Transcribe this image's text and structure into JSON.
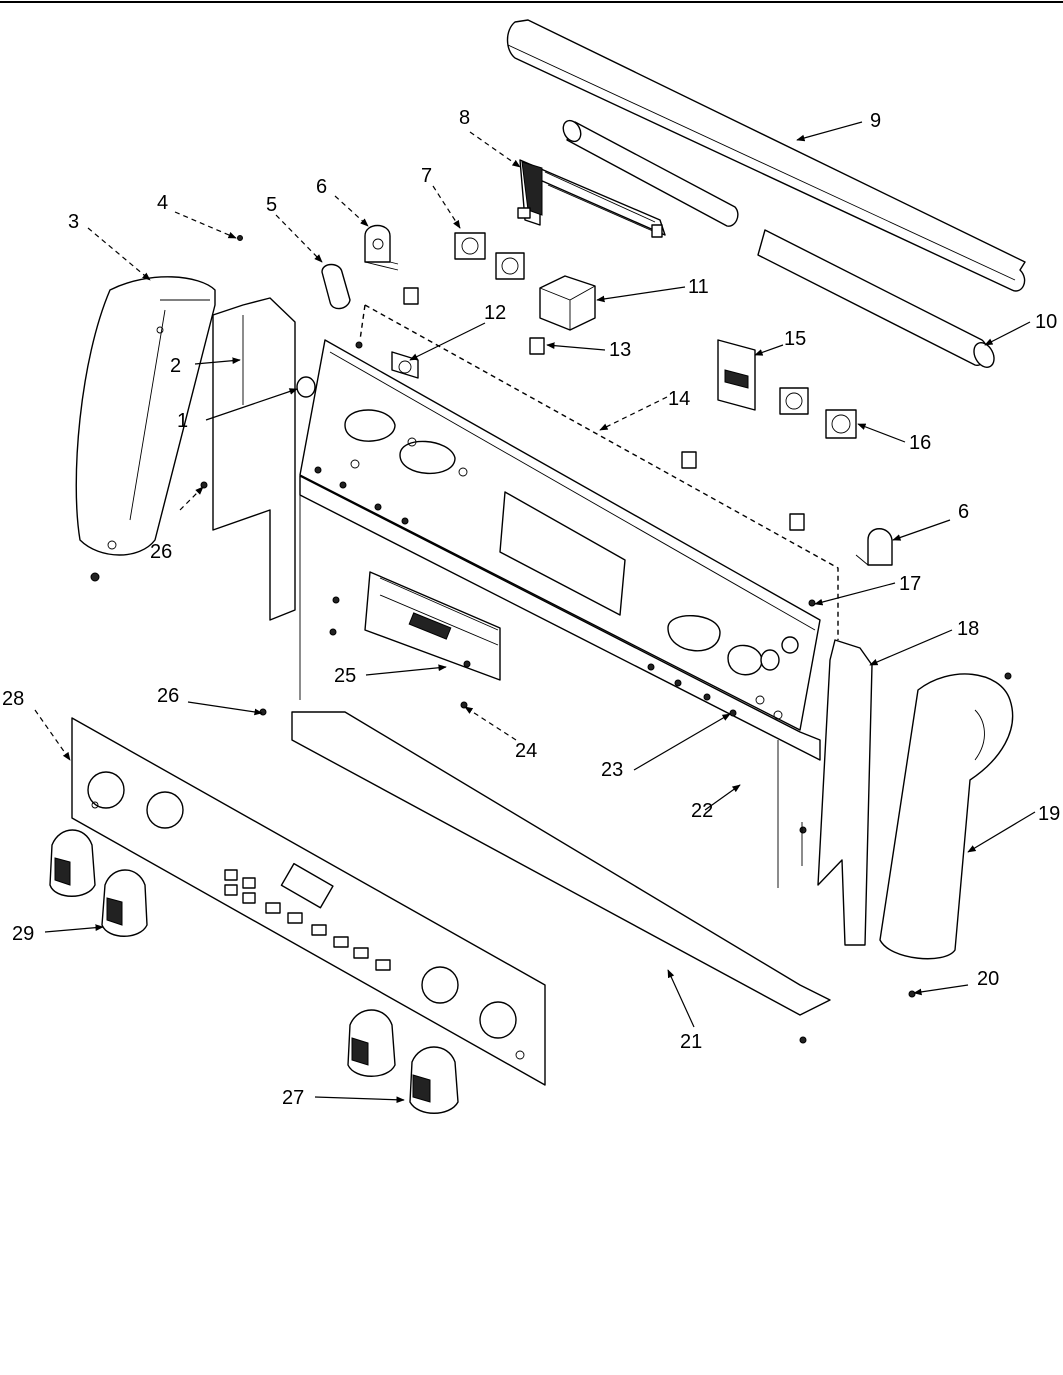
{
  "callouts": [
    {
      "id": "c1",
      "text": "1"
    },
    {
      "id": "c2",
      "text": "2"
    },
    {
      "id": "c3",
      "text": "3"
    },
    {
      "id": "c4",
      "text": "4"
    },
    {
      "id": "c5",
      "text": "5"
    },
    {
      "id": "c6a",
      "text": "6"
    },
    {
      "id": "c6b",
      "text": "6"
    },
    {
      "id": "c7",
      "text": "7"
    },
    {
      "id": "c8",
      "text": "8"
    },
    {
      "id": "c9",
      "text": "9"
    },
    {
      "id": "c10",
      "text": "10"
    },
    {
      "id": "c11",
      "text": "11"
    },
    {
      "id": "c12",
      "text": "12"
    },
    {
      "id": "c13",
      "text": "13"
    },
    {
      "id": "c14",
      "text": "14"
    },
    {
      "id": "c15",
      "text": "15"
    },
    {
      "id": "c16",
      "text": "16"
    },
    {
      "id": "c17",
      "text": "17"
    },
    {
      "id": "c18",
      "text": "18"
    },
    {
      "id": "c19",
      "text": "19"
    },
    {
      "id": "c20",
      "text": "20"
    },
    {
      "id": "c21",
      "text": "21"
    },
    {
      "id": "c22",
      "text": "22"
    },
    {
      "id": "c23",
      "text": "23"
    },
    {
      "id": "c24",
      "text": "24"
    },
    {
      "id": "c25",
      "text": "25"
    },
    {
      "id": "c26a",
      "text": "26"
    },
    {
      "id": "c26b",
      "text": "26"
    },
    {
      "id": "c27",
      "text": "27"
    },
    {
      "id": "c28",
      "text": "28"
    },
    {
      "id": "c29",
      "text": "29"
    }
  ]
}
